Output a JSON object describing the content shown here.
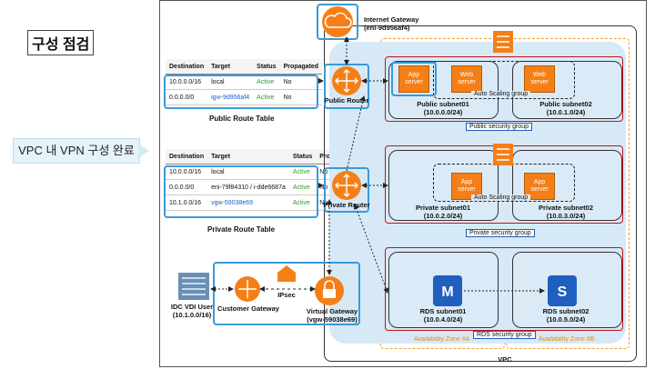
{
  "page_title": "구성 점검",
  "callout": "VPC 내 VPN 구성 완료",
  "public_route_table": {
    "caption": "Public Route Table",
    "headers": [
      "Destination",
      "Target",
      "Status",
      "Propagated"
    ],
    "rows": [
      [
        "10.0.0.0/16",
        "local",
        "Active",
        "No"
      ],
      [
        "0.0.0.0/0",
        "igw-9d956af4",
        "Active",
        "No"
      ]
    ]
  },
  "private_route_table": {
    "caption": "Private Route Table",
    "headers": [
      "Destination",
      "Target",
      "Status",
      "Propagated"
    ],
    "rows": [
      [
        "10.0.0.0/16",
        "local",
        "Active",
        "No"
      ],
      [
        "0.0.0.0/0",
        "eni-79f84310 / i-dde6687a",
        "Active",
        "No"
      ],
      [
        "10.1.0.0/16",
        "vgw-59038e69",
        "Active",
        "No"
      ]
    ]
  },
  "internet_gateway": {
    "name": "Internet Gateway",
    "id": "(eni-9d956af4)"
  },
  "public_router": "Public Router",
  "private_router": "Private Router",
  "idc": {
    "name": "IDC VDI User",
    "cidr": "(10.1.0.0/16)"
  },
  "customer_gateway": "Customer Gateway",
  "ipsec": "IPsec",
  "virtual_gateway": {
    "name": "Virtual Gateway",
    "id": "(vgw-59038e69)"
  },
  "vpc_label": "VPC",
  "az_a": "Availability Zone #A",
  "az_b": "Availability Zone #B",
  "public_tier": {
    "app_server": "App server",
    "web_server": "Web server",
    "auto_scaling": "Auto Scaling group",
    "subnet1": {
      "name": "Public subnet01",
      "cidr": "(10.0.0.0/24)"
    },
    "subnet2": {
      "name": "Public subnet02",
      "cidr": "(10.0.1.0/24)"
    },
    "security_group": "Public security group"
  },
  "private_tier": {
    "app_server": "App server",
    "auto_scaling": "Auto Scaling group",
    "subnet1": {
      "name": "Private subnet01",
      "cidr": "(10.0.2.0/24)"
    },
    "subnet2": {
      "name": "Private subnet02",
      "cidr": "(10.0.3.0/24)"
    },
    "security_group": "Private security group"
  },
  "rds_tier": {
    "subnet1": {
      "name": "RDS subnet01",
      "cidr": "(10.0.4.0/24)"
    },
    "subnet2": {
      "name": "RDS subnet02",
      "cidr": "(10.0.5.0/24)"
    },
    "security_group": "RDS security group"
  },
  "colors": {
    "aws_orange": "#f57f17",
    "highlight_blue": "#3a9ad9",
    "sg_red": "#c0131b",
    "az_orange": "#f29c2b",
    "cloud_blue": "#d7e9f7"
  }
}
